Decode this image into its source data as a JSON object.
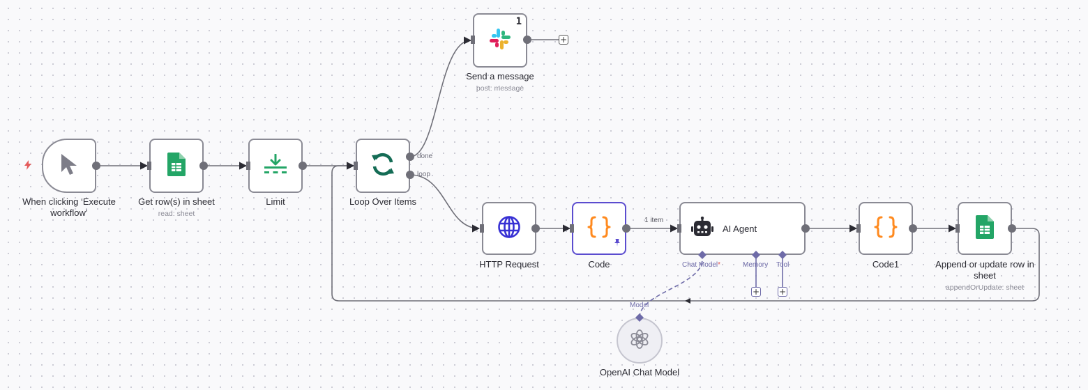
{
  "nodes": {
    "trigger": {
      "label": "When clicking ‘Execute workflow’"
    },
    "get_rows": {
      "label": "Get row(s) in sheet",
      "subtitle": "read: sheet"
    },
    "limit": {
      "label": "Limit"
    },
    "loop": {
      "label": "Loop Over Items",
      "output_done": "done",
      "output_loop": "loop"
    },
    "send_message": {
      "label": "Send a message",
      "subtitle": "post: message",
      "run_count": "1"
    },
    "http_request": {
      "label": "HTTP Request"
    },
    "code": {
      "label": "Code",
      "item_count": "1 item"
    },
    "ai_agent": {
      "label": "AI Agent",
      "input_chat_model": "Chat Model",
      "required_mark": "*",
      "input_memory": "Memory",
      "input_tool": "Tool"
    },
    "code1": {
      "label": "Code1"
    },
    "append_row": {
      "label": "Append or update row in sheet",
      "subtitle": "appendOrUpdate: sheet"
    },
    "openai": {
      "label": "OpenAI Chat Model",
      "output_model": "Model"
    }
  },
  "buttons": {
    "add_symbol": "+"
  },
  "icons": {
    "trigger": "cursor-pointer-icon",
    "get_rows": "google-sheets-icon",
    "limit": "limit-download-icon",
    "loop": "sync-loop-icon",
    "send_message": "slack-icon",
    "http_request": "globe-icon",
    "code": "curly-braces-icon",
    "ai_agent": "robot-icon",
    "code1": "curly-braces-icon",
    "append_row": "google-sheets-icon",
    "openai": "openai-icon",
    "pin": "pin-icon",
    "bolt": "lightning-bolt-icon"
  },
  "colors": {
    "canvas_bg": "#f9f9fb",
    "node_border": "#8a8a94",
    "selected_border": "#5b4ccf",
    "connection": "#6f6f78",
    "ai_connection": "#6e6ba8",
    "sheets_green": "#23a566",
    "loop_green": "#146c55",
    "code_orange": "#ff8a1f",
    "globe_blue": "#3730d4",
    "trigger_red": "#e45b5b"
  }
}
